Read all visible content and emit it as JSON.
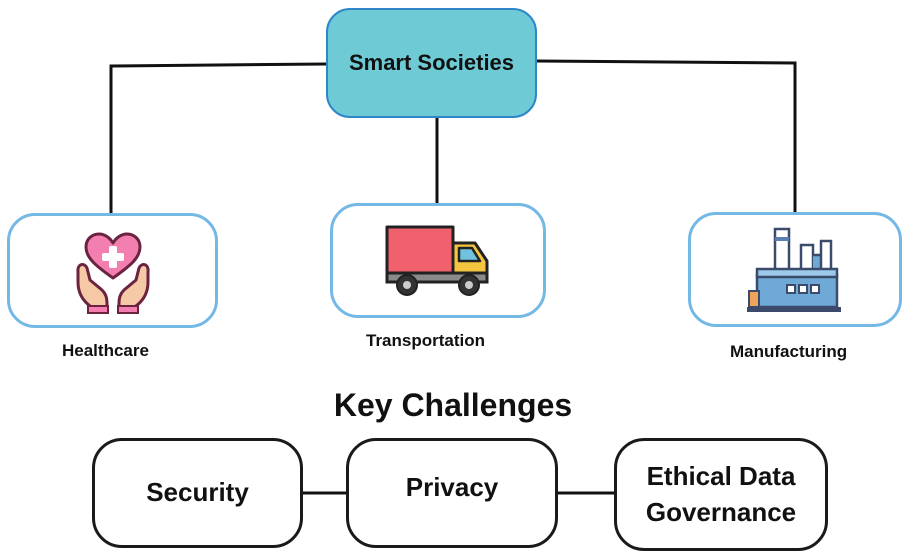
{
  "diagram": {
    "root": {
      "label": "Smart Societies"
    },
    "domains": [
      {
        "id": "healthcare",
        "label": "Healthcare",
        "icon": "heart-hands-icon"
      },
      {
        "id": "transportation",
        "label": "Transportation",
        "icon": "truck-icon"
      },
      {
        "id": "manufacturing",
        "label": "Manufacturing",
        "icon": "factory-icon"
      }
    ],
    "challenges": {
      "heading": "Key Challenges",
      "items": [
        {
          "id": "security",
          "label": "Security"
        },
        {
          "id": "privacy",
          "label": "Privacy"
        },
        {
          "id": "governance",
          "label": "Ethical Data Governance"
        }
      ]
    },
    "colors": {
      "root_fill": "#6ecbd6",
      "root_border": "#2e86c9",
      "card_border": "#74b8e6",
      "connector": "#111111"
    }
  }
}
